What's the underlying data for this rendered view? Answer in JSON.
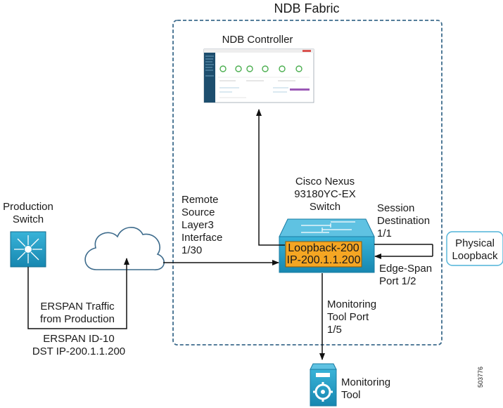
{
  "fabric": {
    "title": "NDB Fabric"
  },
  "controller": {
    "label": "NDB Controller"
  },
  "switch": {
    "label_lines": [
      "Cisco Nexus",
      "93180YC-EX",
      "Switch"
    ],
    "loopback": "Loopback-200",
    "ip": "IP-200.1.1.200"
  },
  "production": {
    "label_lines": [
      "Production",
      "Switch"
    ]
  },
  "remote_source": {
    "label_lines": [
      "Remote",
      "Source",
      "Layer3",
      "Interface",
      "1/30"
    ]
  },
  "session_destination": {
    "label_lines": [
      "Session",
      "Destination",
      "1/1"
    ]
  },
  "edge_span": {
    "label_lines": [
      "Edge-Span",
      "Port 1/2"
    ]
  },
  "physical_loopback": {
    "label_lines": [
      "Physical",
      "Loopback"
    ]
  },
  "erspan_traffic": {
    "label_lines": [
      "ERSPAN Traffic",
      "from Production"
    ]
  },
  "erspan_id": {
    "label_lines": [
      "ERSPAN ID-10",
      "DST IP-200.1.1.200"
    ]
  },
  "monitoring_port": {
    "label_lines": [
      "Monitoring",
      "Tool Port",
      "1/5"
    ]
  },
  "monitoring_tool": {
    "label_lines": [
      "Monitoring",
      "Tool"
    ]
  },
  "figure_id": "503776",
  "colors": {
    "border": "#3d6b8c",
    "teal": "#1b8fb5",
    "orange": "#f5a623",
    "loopback_border": "#4fb3d9",
    "arrow": "#111111"
  }
}
